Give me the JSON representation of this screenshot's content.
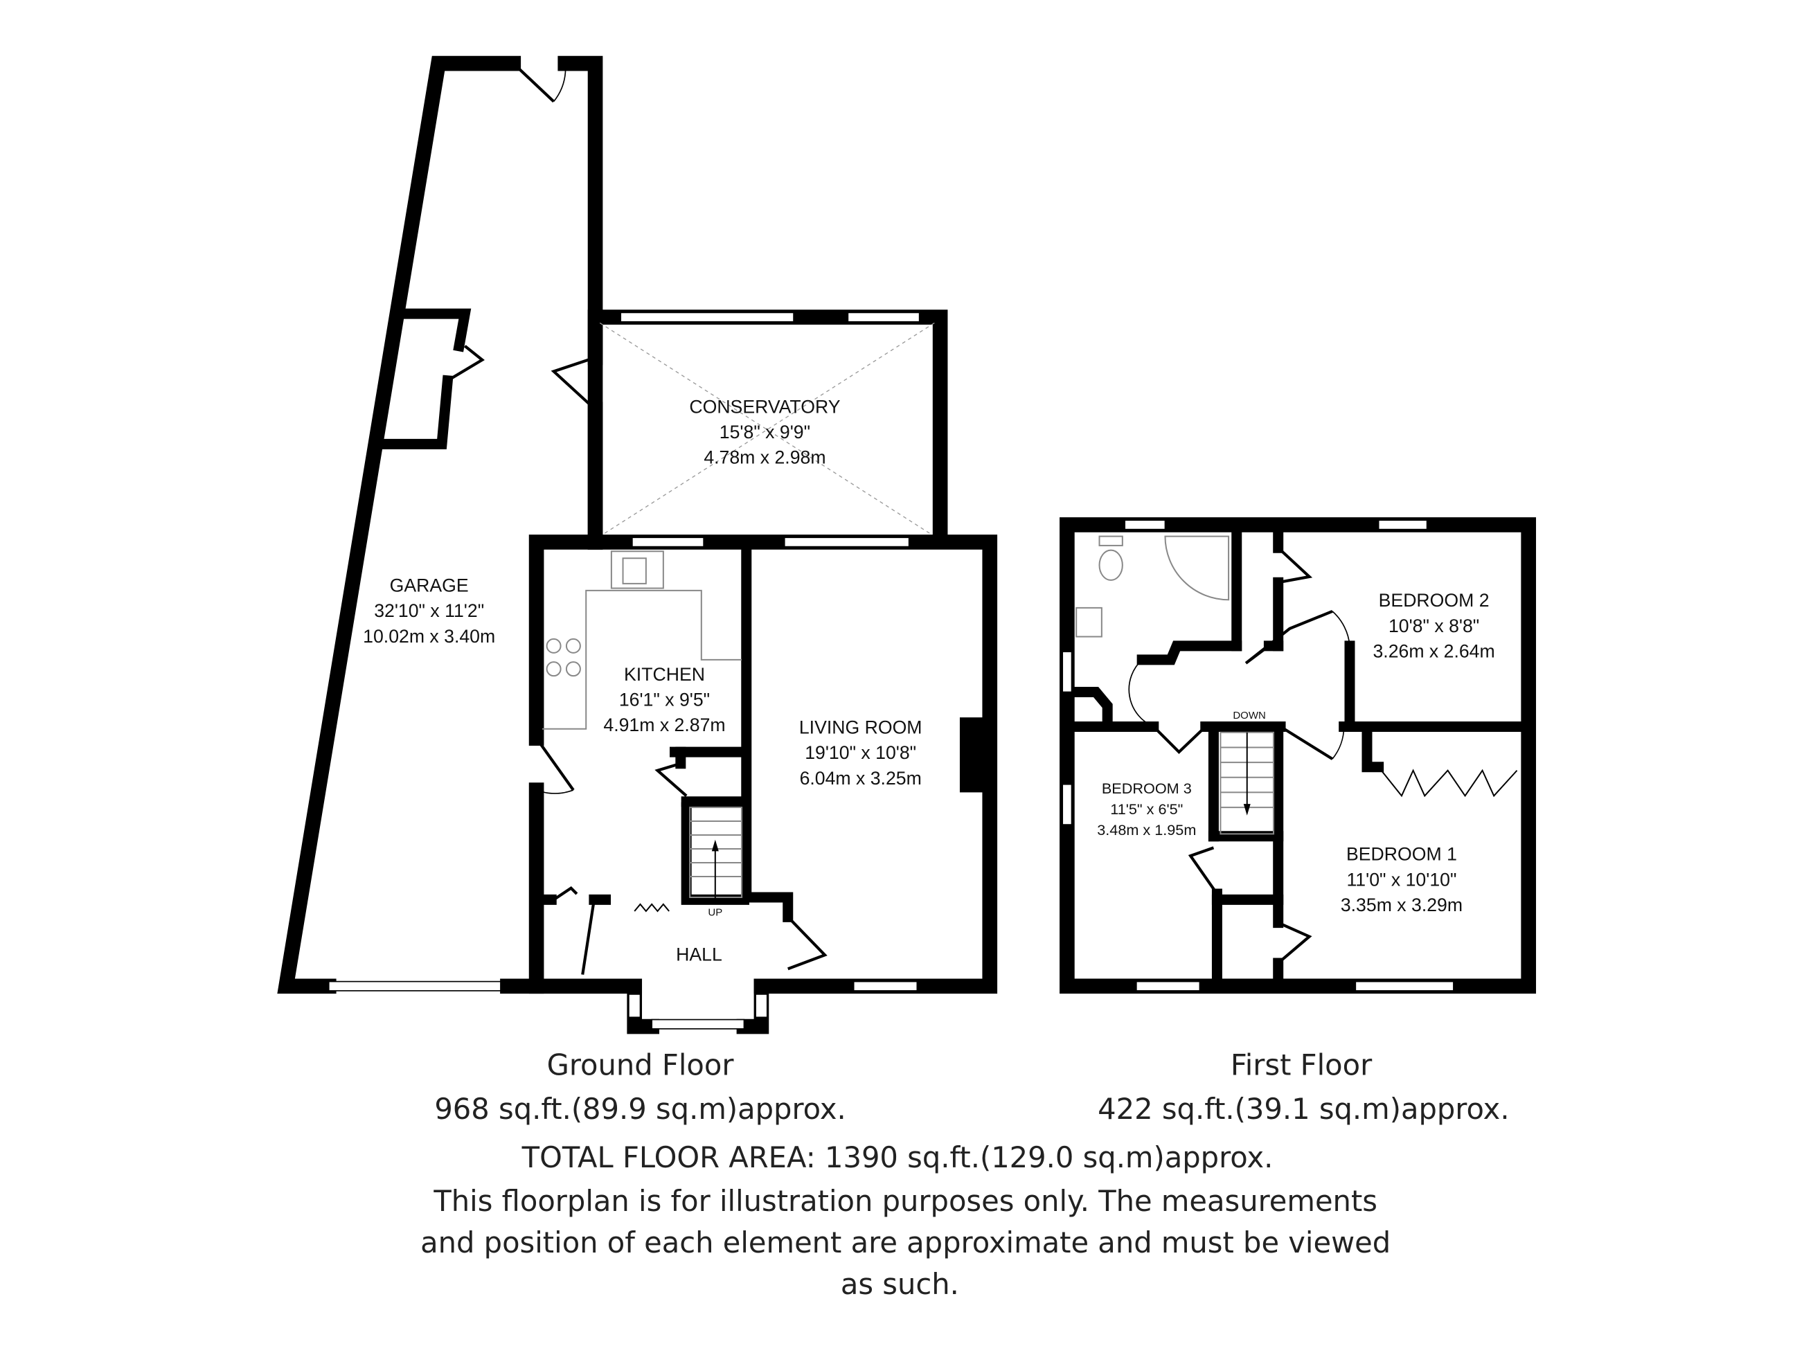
{
  "rooms": {
    "garage": {
      "name": "GARAGE",
      "imperial": "32'10\" x 11'2\"",
      "metric": "10.02m x 3.40m"
    },
    "conservatory": {
      "name": "CONSERVATORY",
      "imperial": "15'8\" x 9'9\"",
      "metric": "4.78m x 2.98m"
    },
    "kitchen": {
      "name": "KITCHEN",
      "imperial": "16'1\" x 9'5\"",
      "metric": "4.91m x 2.87m"
    },
    "living_room": {
      "name": "LIVING ROOM",
      "imperial": "19'10\" x 10'8\"",
      "metric": "6.04m x 3.25m"
    },
    "hall": {
      "name": "HALL"
    },
    "bedroom2": {
      "name": "BEDROOM 2",
      "imperial": "10'8\" x 8'8\"",
      "metric": "3.26m x 2.64m"
    },
    "bedroom3": {
      "name": "BEDROOM 3",
      "imperial": "11'5\" x 6'5\"",
      "metric": "3.48m x 1.95m"
    },
    "bedroom1": {
      "name": "BEDROOM 1",
      "imperial": "11'0\" x 10'10\"",
      "metric": "3.35m x 3.29m"
    }
  },
  "stairs": {
    "up": "UP",
    "down": "DOWN"
  },
  "floors": {
    "ground": {
      "title": "Ground Floor",
      "area": "968 sq.ft.(89.9 sq.m)approx."
    },
    "first": {
      "title": "First Floor",
      "area": "422 sq.ft.(39.1 sq.m)approx."
    }
  },
  "footer": {
    "total": "TOTAL FLOOR AREA: 1390 sq.ft.(129.0 sq.m)approx.",
    "disclaimer_1": "This floorplan is for illustration purposes only. The measurements",
    "disclaimer_2": "and position of each element are approximate and must be viewed",
    "disclaimer_3": "as such."
  }
}
